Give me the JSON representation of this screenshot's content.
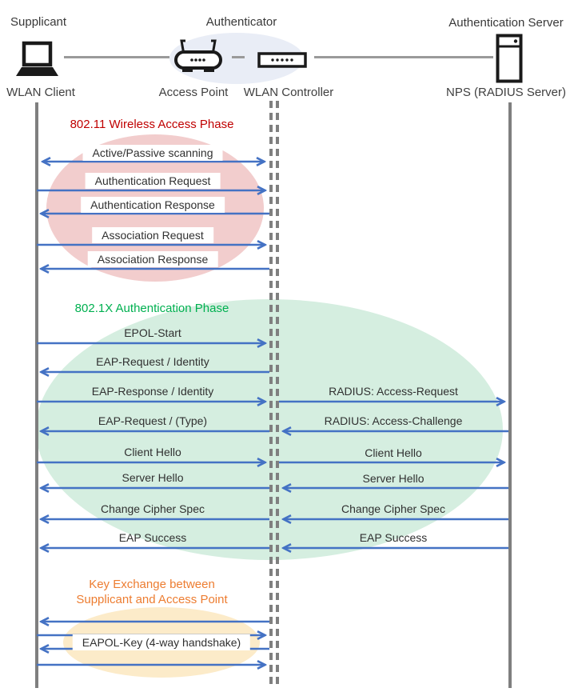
{
  "actors": {
    "supplicant_role": "Supplicant",
    "supplicant_device": "WLAN Client",
    "authenticator_role": "Authenticator",
    "access_point": "Access Point",
    "wlan_controller": "WLAN Controller",
    "server_role": "Authentication Server",
    "server_device": "NPS (RADIUS Server)"
  },
  "phase1": {
    "title": "802.11 Wireless Access Phase",
    "messages": [
      "Active/Passive scanning",
      "Authentication Request",
      "Authentication Response",
      "Association Request",
      "Association Response"
    ]
  },
  "phase2": {
    "title": "802.1X Authentication Phase",
    "left_messages": [
      "EPOL-Start",
      "EAP-Request / Identity",
      "EAP-Response / Identity",
      "EAP-Request / (Type)",
      "Client Hello",
      "Server Hello",
      "Change Cipher Spec",
      "EAP Success"
    ],
    "right_messages": [
      "RADIUS: Access-Request",
      "RADIUS: Access-Challenge",
      "Client Hello",
      "Server Hello",
      "Change Cipher Spec",
      "EAP Success"
    ]
  },
  "phase3": {
    "title_line1": "Key Exchange between",
    "title_line2": "Supplicant and Access Point",
    "message": "EAPOL-Key (4-way handshake)"
  },
  "colors": {
    "arrow_blue": "#4472c4",
    "lifeline_gray": "#7f7f7f",
    "phase1_ellipse": "#f2cdcd",
    "phase1_title": "#c00000",
    "phase2_ellipse": "#d5eee0",
    "phase2_title": "#00b050",
    "phase3_ellipse": "#fcebc9",
    "phase3_title": "#ed7d31",
    "authenticator_ellipse": "#e9edf6"
  }
}
